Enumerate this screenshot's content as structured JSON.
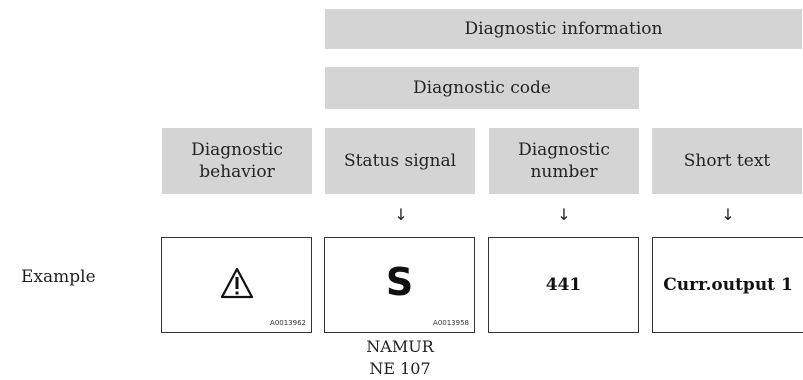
{
  "headers": {
    "diagnostic_information": "Diagnostic information",
    "diagnostic_code": "Diagnostic code",
    "columns": [
      "Diagnostic\nbehavior",
      "Status signal",
      "Diagnostic\nnumber",
      "Short text"
    ]
  },
  "arrows": [
    "↓",
    "↓",
    "↓"
  ],
  "example": {
    "label": "Example",
    "boxes": [
      {
        "icon": "warning-triangle-icon",
        "glyph": "⚠",
        "id": "A0013962"
      },
      {
        "icon": "status-s-icon",
        "glyph": "S",
        "id": "A0013958"
      },
      {
        "text": "441"
      },
      {
        "text": "Curr.output 1"
      }
    ]
  },
  "note": {
    "line1": "NAMUR",
    "line2": "NE 107"
  }
}
